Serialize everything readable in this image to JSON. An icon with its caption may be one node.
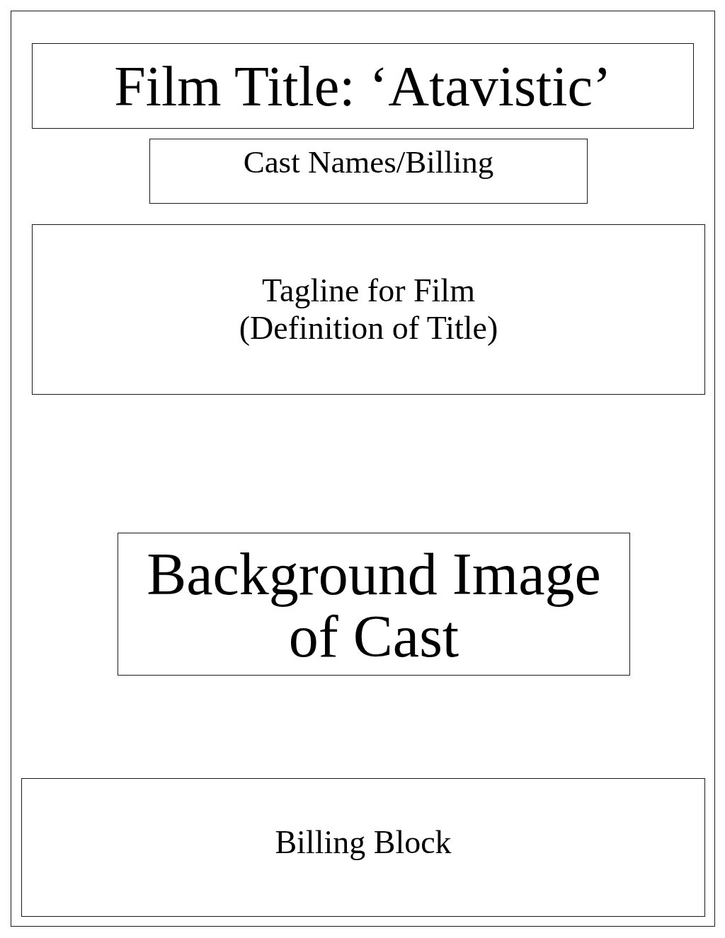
{
  "diagram": {
    "nodes": [
      {
        "text": [],
        "shape": "box"
      },
      {
        "text": [
          "Film Title: ‘Atavistic’"
        ],
        "in": 0
      },
      {
        "text": [
          "Cast Names/Billing"
        ],
        "in": 0
      },
      {
        "text": [
          "Tagline for Film",
          "(Definition of Title)"
        ],
        "in": 0
      },
      {
        "text": [
          "Background Image of Cast"
        ],
        "in": 0
      },
      {
        "text": [
          "Billing Block"
        ],
        "in": 0
      }
    ]
  }
}
